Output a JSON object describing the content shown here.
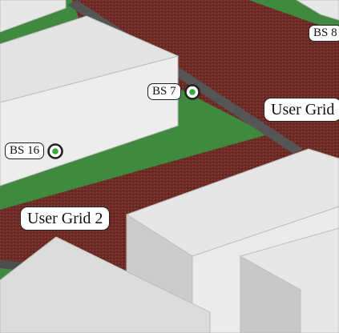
{
  "colors": {
    "ground": "#3f8a3f",
    "user_grid": "#6e2a24",
    "road": "#555555",
    "building_top": "#e7e7e7",
    "building_side": "#c9c9c9",
    "station_ring": "#222222",
    "station_core": "#39a83f"
  },
  "labels": {
    "bs8": "BS 8",
    "bs7": "BS 7",
    "bs16": "BS 16",
    "user_grid_right": "User Grid",
    "user_grid_2": "User Grid 2"
  },
  "icons": {
    "base_station": "base-station-icon"
  }
}
